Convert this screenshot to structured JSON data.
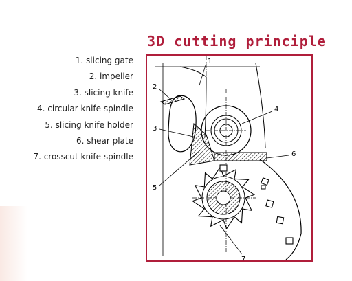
{
  "title": "3D cutting principle",
  "legend": [
    "1. slicing gate",
    "2. impeller",
    "3. slicing knife",
    "4. circular knife spindle",
    "5. slicing knife holder",
    "6. shear plate",
    "7. crosscut knife spindle"
  ],
  "callouts": {
    "n1": "1",
    "n2": "2",
    "n3": "3",
    "n4": "4",
    "n5": "5",
    "n6": "6",
    "n7": "7"
  },
  "colors": {
    "accent": "#b01e3b",
    "line": "#000000"
  }
}
